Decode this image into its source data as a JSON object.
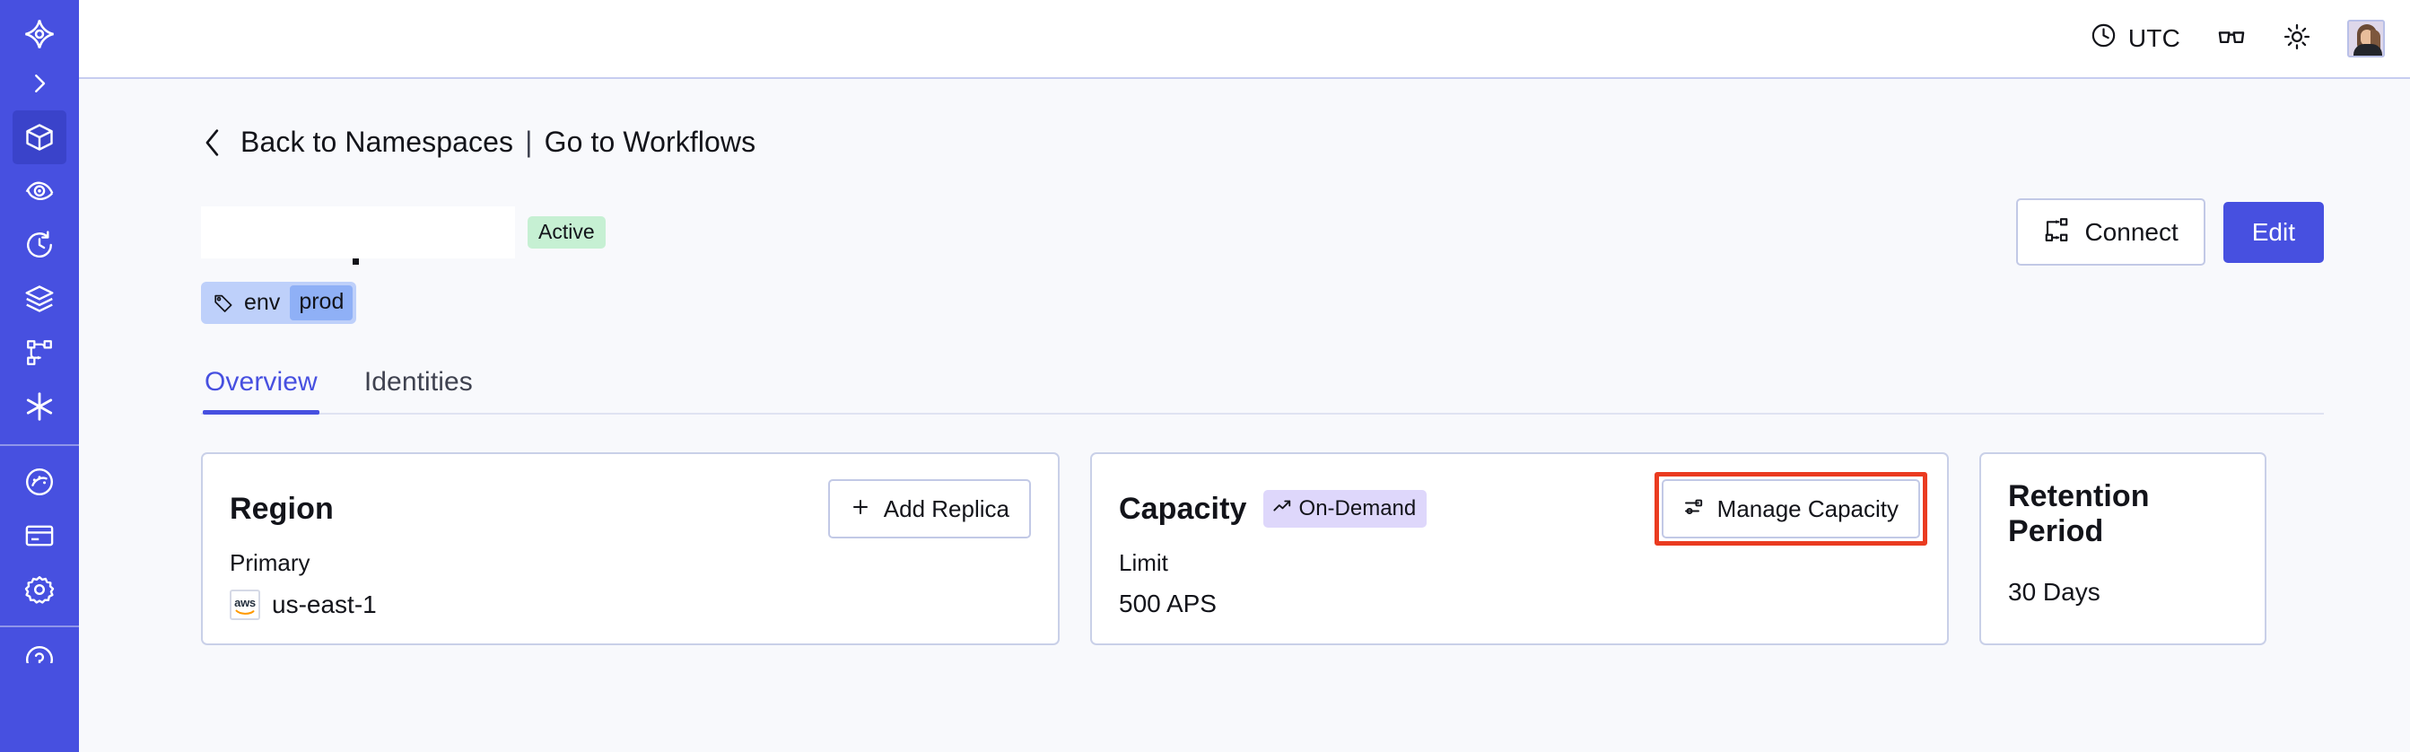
{
  "sidebar": {
    "items": [
      {
        "name": "logo",
        "icon": "temporal-logo-icon",
        "active": false
      },
      {
        "name": "expand",
        "icon": "chevron-right-icon",
        "active": false
      },
      {
        "name": "namespaces",
        "icon": "cube-icon",
        "active": true
      },
      {
        "name": "observability",
        "icon": "eye-icon",
        "active": false
      },
      {
        "name": "schedules",
        "icon": "clock-rewind-icon",
        "active": false
      },
      {
        "name": "layers",
        "icon": "layers-icon",
        "active": false
      },
      {
        "name": "workflows",
        "icon": "workflow-graph-icon",
        "active": false
      },
      {
        "name": "nexus",
        "icon": "asterisk-icon",
        "active": false
      },
      {
        "name": "usage",
        "icon": "gauge-icon",
        "active": false
      },
      {
        "name": "billing",
        "icon": "credit-card-icon",
        "active": false
      },
      {
        "name": "settings",
        "icon": "gear-icon",
        "active": false
      },
      {
        "name": "help",
        "icon": "help-circle-icon",
        "active": false
      }
    ]
  },
  "topbar": {
    "timezone_label": "UTC",
    "timezone_icon": "clock-icon",
    "glasses_icon": "reading-glasses-icon",
    "theme_icon": "sun-icon",
    "avatar_icon": "user-avatar"
  },
  "breadcrumb": {
    "back_icon": "chevron-left-icon",
    "back_label": "Back to Namespaces",
    "separator": "|",
    "forward_label": "Go to Workflows"
  },
  "namespace": {
    "name_redacted": "",
    "status": "Active",
    "tag": {
      "icon": "tag-icon",
      "key": "env",
      "value": "prod"
    }
  },
  "actions": {
    "connect_label": "Connect",
    "connect_icon": "connect-nodes-icon",
    "edit_label": "Edit"
  },
  "tabs": [
    {
      "label": "Overview",
      "active": true
    },
    {
      "label": "Identities",
      "active": false
    }
  ],
  "cards": {
    "region": {
      "title": "Region",
      "action_label": "Add Replica",
      "action_icon": "plus-icon",
      "label": "Primary",
      "provider_icon": "aws-logo",
      "provider_text": "aws",
      "value": "us-east-1"
    },
    "capacity": {
      "title": "Capacity",
      "badge_label": "On-Demand",
      "badge_icon": "trending-up-icon",
      "action_label": "Manage Capacity",
      "action_icon": "sliders-icon",
      "label": "Limit",
      "value": "500 APS"
    },
    "retention": {
      "title": "Retention Period",
      "value": "30 Days"
    }
  },
  "colors": {
    "sidebar": "#4750e0",
    "accent": "#4750e0",
    "canvas": "#f8f9fc",
    "status_active_bg": "#c6f0d3",
    "tag_bg": "#bed0fa",
    "tag_value_bg": "#8fb0f6",
    "badge_ondemand_bg": "#ded7fb",
    "highlight_outline": "#ea3b20"
  }
}
